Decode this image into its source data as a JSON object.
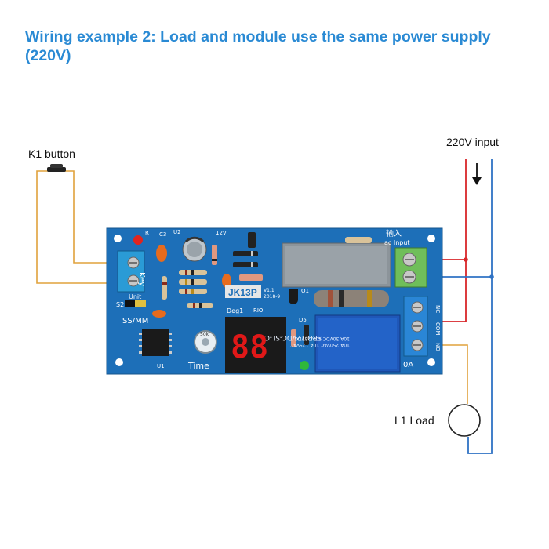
{
  "title": "Wiring example 2: Load and module use the same power supply (220V)",
  "labels": {
    "button": "K1 button",
    "input": "220V input",
    "load": "L1 Load"
  },
  "board": {
    "model": "JK13P",
    "version": "V1.1",
    "date": "2018-9",
    "input_cn": "输入",
    "input_en": "ac  Input",
    "relay_line1": "SRD-12VDC-SL-C",
    "relay_line2": "10A 30VDC 10A 28VDC",
    "relay_line3": "10A 250VAC 10A 125VAC",
    "display": "88",
    "time_label": "Time",
    "unit_label": "Unit",
    "mode_label": "SS/MM",
    "key_label": "Key",
    "deg_label": "Deg1",
    "rio_label": "RIO",
    "load_terminal": "0A",
    "v12_label": "12V",
    "s2_label": "S2",
    "r_label": "R",
    "c3_label": "C3",
    "u2_label": "U2",
    "u1_label": "U1",
    "q1_label": "Q1",
    "d5_label": "D5",
    "pot_label": "50k",
    "nc_label": "NC",
    "com_label": "COM",
    "no_label": "NO"
  },
  "colors": {
    "title": "#2a8ad4",
    "board": "#1d6fb8",
    "live_wire": "#d8262a",
    "neutral_wire": "#2f72c4",
    "signal_wire": "#e0a23c"
  },
  "icons": [
    "arrow-down-icon",
    "push-button-icon",
    "load-circle-icon"
  ]
}
